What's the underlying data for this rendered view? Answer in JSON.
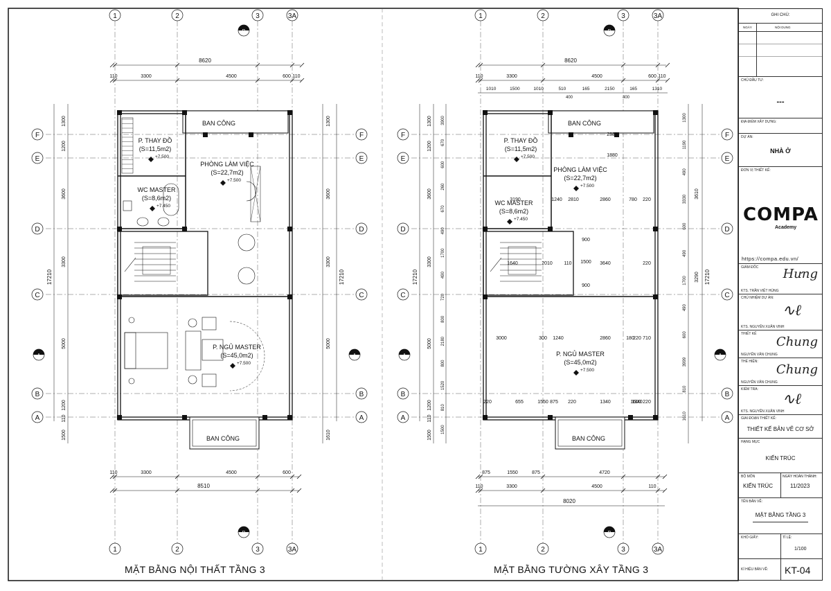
{
  "titles": {
    "left": "MẶT BẰNG NỘI THẤT TẦNG 3",
    "right": "MẶT BẰNG TƯỜNG XÂY TẦNG 3"
  },
  "grid": {
    "cols": [
      "1",
      "2",
      "3",
      "3A"
    ],
    "rows": [
      "F",
      "E",
      "D",
      "C",
      "B",
      "A"
    ],
    "section_a": "A",
    "section_b": "B"
  },
  "left_plan": {
    "top_total": "8620",
    "top_parts": [
      "110",
      "3300",
      "4500",
      "600",
      "110"
    ],
    "bottom_total": "8510",
    "bottom_parts": [
      "110",
      "3300",
      "4500",
      "600"
    ],
    "left_total": "17210",
    "left_parts": [
      "1300",
      "1200",
      "3600",
      "3300",
      "5000",
      "1200",
      "110",
      "1500"
    ],
    "right_total": "17210",
    "right_parts": [
      "1300",
      "3600",
      "3300",
      "5000",
      "1610"
    ],
    "rooms": [
      {
        "name": "P. THAY ĐỒ",
        "area": "(S=11,5m2)",
        "level": "+7.500"
      },
      {
        "name": "WC MASTER",
        "area": "(S=8,6m2)",
        "level": "+7.450"
      },
      {
        "name": "PHÒNG LÀM VIỆC",
        "area": "(S=22,7m2)",
        "level": "+7.500"
      },
      {
        "name": "P. NGỦ MASTER",
        "area": "(S=45,0m2)",
        "level": "+7.500"
      },
      {
        "name": "BAN CÔNG",
        "area": "",
        "level": ""
      },
      {
        "name": "BAN CÔNG",
        "area": "",
        "level": ""
      }
    ]
  },
  "right_plan": {
    "top_total": "8620",
    "top_parts": [
      "110",
      "3300",
      "4500",
      "600",
      "110"
    ],
    "top_detail": [
      "1010",
      "1500",
      "1010",
      "510",
      "165",
      "2150",
      "165",
      "1310"
    ],
    "top_detail2": [
      "400",
      "400"
    ],
    "bottom_parts": [
      "875",
      "1550",
      "875",
      "4720"
    ],
    "bottom_parts2": [
      "110",
      "3300",
      "4500",
      "110"
    ],
    "bottom_total": "8020",
    "left_total": "17210",
    "left_parts": [
      "1300",
      "1200",
      "3600",
      "3300",
      "5000",
      "1200",
      "110",
      "1500"
    ],
    "left_detail": [
      "3900",
      "670",
      "600",
      "260",
      "670",
      "490",
      "1700",
      "490",
      "720",
      "800",
      "2180",
      "800",
      "1520",
      "810",
      "1500"
    ],
    "right_total": "17210",
    "right_parts": [
      "1300",
      "1190",
      "490",
      "3330",
      "600",
      "490",
      "1700",
      "490",
      "600",
      "3999",
      "810",
      "1610"
    ],
    "right_detail": [
      "3610",
      "3290"
    ],
    "inner_dims": [
      "3190",
      "1240",
      "2810",
      "2860",
      "780",
      "220",
      "1640",
      "2010",
      "110",
      "3640",
      "220",
      "900",
      "1500",
      "900",
      "2880",
      "1880",
      "3000",
      "300",
      "1240",
      "2860",
      "180",
      "220",
      "710",
      "220",
      "655",
      "1550",
      "875",
      "220",
      "1340",
      "1600",
      "1340",
      "220",
      "120"
    ],
    "rooms": [
      {
        "name": "P. THAY ĐỒ",
        "area": "(S=11,5m2)",
        "level": "+7.500"
      },
      {
        "name": "WC MASTER",
        "area": "(S=8,6m2)",
        "level": "+7.450"
      },
      {
        "name": "PHÒNG LÀM VIỆC",
        "area": "(S=22,7m2)",
        "level": "+7.500"
      },
      {
        "name": "P. NGỦ MASTER",
        "area": "(S=45,0m2)",
        "level": "+7.500"
      },
      {
        "name": "BAN CÔNG",
        "area": "",
        "level": ""
      },
      {
        "name": "BAN CÔNG",
        "area": "",
        "level": ""
      }
    ]
  },
  "title_block": {
    "notes_title": "GHI CHÚ:",
    "col_date": "NGÀY",
    "col_content": "NỘI DUNG",
    "owner_label": "CHỦ ĐẦU TƯ:",
    "owner_value": "---",
    "site_label": "ĐỊA ĐIỂM XÂY DỰNG:",
    "project_label": "DỰ ÁN:",
    "project_value": "NHÀ Ở",
    "designer_unit_label": "ĐƠN VỊ THIẾT KẾ:",
    "logo_text": "COMPA",
    "logo_sub": "Academy",
    "url": "https://compa.edu.vn/",
    "director_label": "GIÁM ĐỐC",
    "director_sig": "Hưng",
    "director_name": "KTS. TRẦN VIỆT HÙNG",
    "pm_label": "CHỦ NHIỆM DỰ ÁN:",
    "pm_name": "KTS. NGUYỄN XUÂN VINH",
    "design_label": "THIẾT KẾ",
    "design_sig": "Chung",
    "design_name": "NGUYỄN VĂN CHUNG",
    "draw_label": "THỂ HIỆN:",
    "draw_sig": "Chung",
    "draw_name": "NGUYỄN VĂN CHUNG",
    "check_label": "KIỂM TRA:",
    "check_name": "KTS. NGUYỄN XUÂN VINH",
    "stage_label": "GIAI ĐOẠN THIẾT KẾ:",
    "stage_value": "THIẾT KẾ BẢN VẼ CƠ SỞ",
    "category_label": "HẠNG MỤC",
    "category_value": "KIẾN TRÚC",
    "dept_label": "BỘ MÔN",
    "dept_value": "KIẾN TRÚC",
    "date_label": "NGÀY HOÀN THÀNH:",
    "date_value": "11/2023",
    "drawing_name_label": "TÊN BẢN VẼ:",
    "drawing_name_value": "MẶT BẰNG TẦNG 3",
    "paper_label": "KHỔ GIẤY:",
    "scale_label": "TỈ LỆ:",
    "scale_value": "1/100",
    "number_label": "KÍ HIỆU BẢN VẼ:",
    "number_value": "KT-04"
  }
}
